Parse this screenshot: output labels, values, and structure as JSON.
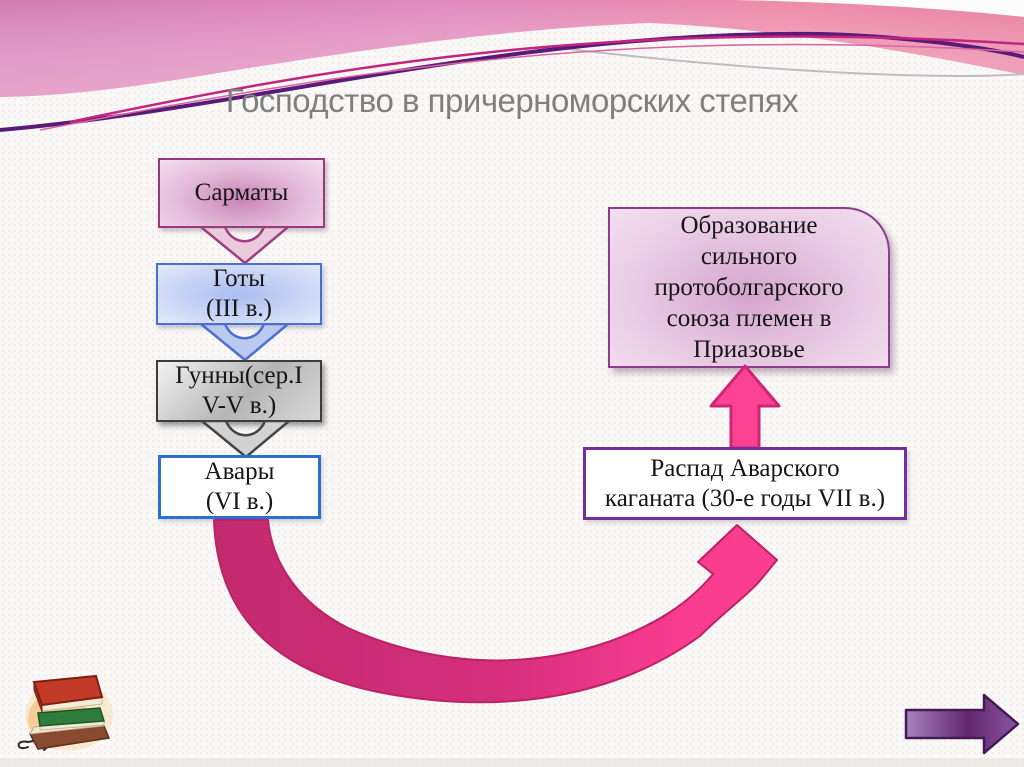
{
  "slide": {
    "title": "Господство в причерноморских степях",
    "title_color": "#7f7f7f",
    "background_color": "#faf8f7"
  },
  "left_flow": {
    "boxes": [
      {
        "label": "Сарматы",
        "fill_center": "#c984b8",
        "fill_edge": "#f2dfee",
        "border": "#993a7f"
      },
      {
        "label": "Готы\n(III в.)",
        "fill_center": "#aabdf0",
        "fill_edge": "#e4eafb",
        "border": "#4a6fd0"
      },
      {
        "label": "Гунны(сер.I\nV-V в.)",
        "fill_center": "#b5b5b5",
        "fill_edge": "#f2f2f2",
        "border": "#3c3c3c"
      },
      {
        "label": "Авары\n(VI в.)",
        "fill": "#ffffff",
        "border": "#2a6fd2"
      }
    ],
    "connectors": [
      {
        "fill": "#eccade",
        "border": "#9c4080"
      },
      {
        "fill": "#b9c9f0",
        "border": "#4f6fcf"
      },
      {
        "fill": "#d2d2d2",
        "border": "#454545"
      }
    ]
  },
  "right_flow": {
    "result_box": {
      "label": "Образование\nсильного\nпротоболгарского\nсоюза племен в\nПриазовье",
      "fill_center": "#d4a5cf",
      "fill_edge": "#f3e0ef",
      "border": "#8c3c8c"
    },
    "up_arrow": {
      "fill": "#fb4293",
      "border": "#cf2673"
    },
    "cause_box": {
      "label": "Распад Аварского\nкаганата (30-е годы VII в.)",
      "fill": "#ffffff",
      "border": "#7030a0"
    }
  },
  "decorations": {
    "wave": {
      "pink_left": "#d27cb4",
      "pink_right": "#ee8aa8",
      "magenta_line": "#c2257d",
      "purple_line": "#5a1b78",
      "gray_line": "#c0bcc0"
    },
    "swoosh_arrow": {
      "gradient_start": "#c22a6e",
      "gradient_end": "#fb3d90",
      "border": "#bb2365"
    },
    "books_icon": "stack-of-books",
    "next_arrow": {
      "fill_light": "#a883bd",
      "fill_dark": "#62276f",
      "border": "#451a54"
    }
  }
}
